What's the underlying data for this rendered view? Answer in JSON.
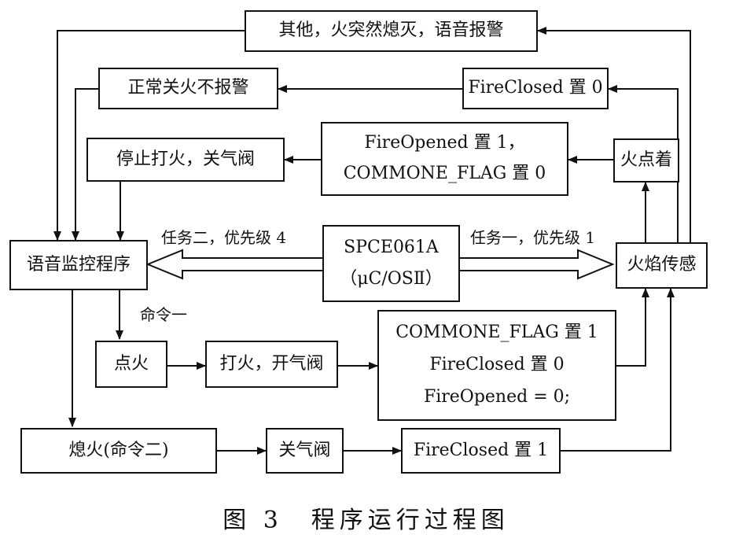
{
  "boxes": {
    "other_flameout": "其他，火突然熄灭，语音报警",
    "normal_off": "正常关火不报警",
    "fireclosed_0_top": "FireClosed 置 0",
    "stop_ignite": "停止打火，关气阀",
    "fireopened_1": "FireOpened 置 1，",
    "commone_flag_0": "COMMONE_FLAG 置 0",
    "fire_lit": "火点着",
    "voice_monitor": "语音监控程序",
    "spce_chip": "SPCE061A",
    "rtos": "（μC/OSⅡ）",
    "flame_sensor": "火焰传感",
    "ignite": "点火",
    "ignite_open_valve": "打火，开气阀",
    "commone_flag_1": "COMMONE_FLAG 置 1",
    "fireclosed_0_mid": "FireClosed 置 0",
    "fireopened_eq0": "FireOpened = 0;",
    "extinguish": "熄火(命令二)",
    "close_valve": "关气阀",
    "fireclosed_1": "FireClosed 置 1"
  },
  "labels": {
    "task2": "任务二，优先级 4",
    "task1": "任务一，优先级 1",
    "command1": "命令一"
  },
  "caption": "图 3　程序运行过程图",
  "colors": {
    "line": "#111111",
    "background": "#ffffff"
  }
}
